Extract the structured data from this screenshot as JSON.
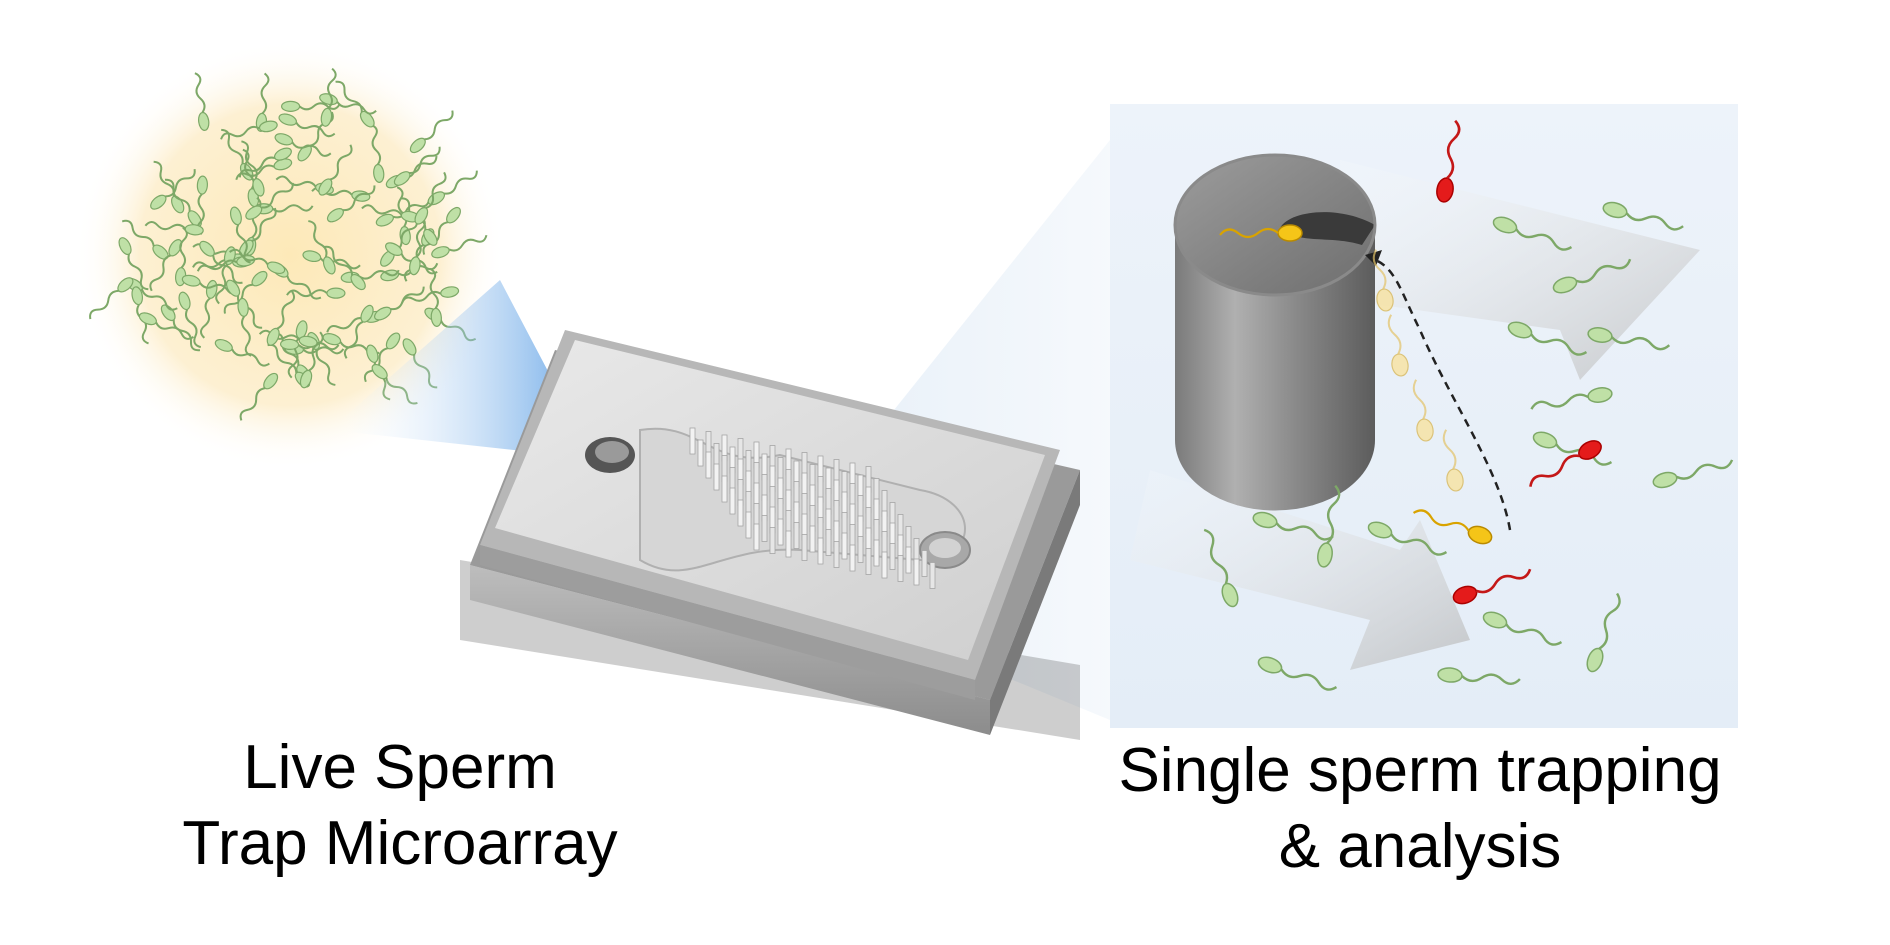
{
  "captions": {
    "left": [
      "Live Sperm",
      "Trap Microarray"
    ],
    "right": [
      "Single sperm trapping",
      "& analysis"
    ]
  },
  "colors": {
    "background": "#ffffff",
    "glow": "#fbe7b4",
    "sperm_normal": "#b9dca0",
    "sperm_trapped": "#f2c21a",
    "sperm_abnormal": "#e01818",
    "chip": "#c9c9c9",
    "panel": "#e8f0f8",
    "arrow_blue": "#4a90e2"
  },
  "icons": {
    "sample_bubble": "sperm-sample-icon",
    "chip": "microfluidic-chip-icon",
    "trap": "trap-pillar-icon"
  }
}
